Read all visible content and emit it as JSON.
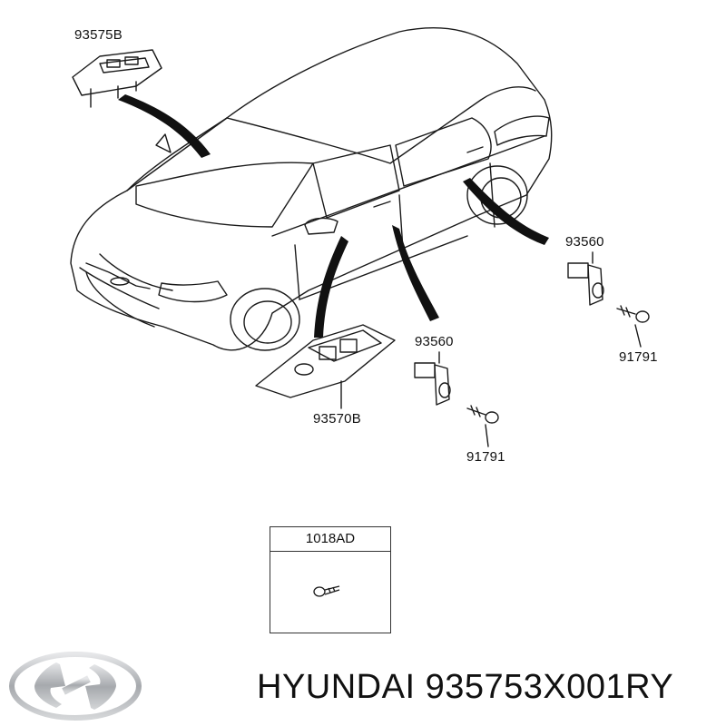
{
  "labels": {
    "part_93575b": "93575B",
    "part_93560_right": "93560",
    "part_91791_right": "91791",
    "part_93560_mid": "93560",
    "part_93570b": "93570B",
    "part_91791_mid": "91791"
  },
  "detail_box": {
    "code": "1018AD"
  },
  "brand": {
    "name": "HYUNDAI",
    "part_number": "935753X001RY"
  },
  "colors": {
    "line": "#1a1a1a",
    "leader": "#111111",
    "logo_silver": "#b5b8bc"
  },
  "icons": {
    "logo": "hyundai-logo-icon"
  }
}
